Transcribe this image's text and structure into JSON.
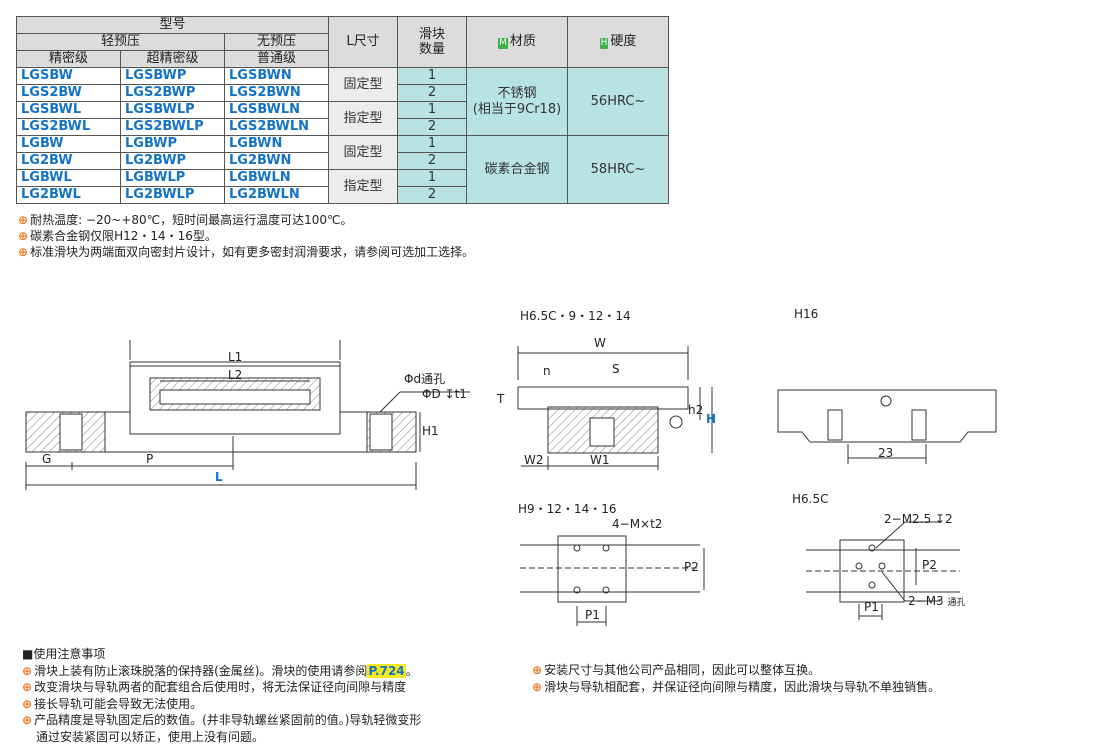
{
  "table": {
    "h_model": "型号",
    "h_light": "轻预压",
    "h_none": "无预压",
    "h_precision": "精密级",
    "h_super": "超精密级",
    "h_normal": "普通级",
    "h_lsize": "L尺寸",
    "h_qty": "滑块\n数量",
    "h_material": "材质",
    "h_hardness": "硬度",
    "badge_m": "M",
    "badge_h": "H",
    "rows": [
      [
        "LGSBW",
        "LGSBWP",
        "LGSBWN",
        "1"
      ],
      [
        "LGS2BW",
        "LGS2BWP",
        "LGS2BWN",
        "2"
      ],
      [
        "LGSBWL",
        "LGSBWLP",
        "LGSBWLN",
        "1"
      ],
      [
        "LGS2BWL",
        "LGS2BWLP",
        "LGS2BWLN",
        "2"
      ],
      [
        "LGBW",
        "LGBWP",
        "LGBWN",
        "1"
      ],
      [
        "LG2BW",
        "LG2BWP",
        "LG2BWN",
        "2"
      ],
      [
        "LGBWL",
        "LGBWLP",
        "LGBWLN",
        "1"
      ],
      [
        "LG2BWL",
        "LG2BWLP",
        "LG2BWLN",
        "2"
      ]
    ],
    "fixed": "固定型",
    "specified": "指定型",
    "mat1": "不锈钢",
    "mat1b": "(相当于9Cr18)",
    "mat2": "碳素合金钢",
    "hard1": "56HRC~",
    "hard2": "58HRC~"
  },
  "notes": [
    "耐热温度: −20~+80℃，短时间最高运行温度可达100℃。",
    "碳素合金钢仅限H12・14・16型。",
    "标准滑块为两端面双向密封片设计，如有更多密封润滑要求，请参阅可选加工选择。"
  ],
  "drawings": {
    "title_h65_9_12_14": "H6.5C・9・12・14",
    "title_h16": "H16",
    "title_h9_16": "H9・12・14・16",
    "title_h65c": "H6.5C",
    "L1": "L1",
    "L2": "L2",
    "L": "L",
    "G": "G",
    "P": "P",
    "H1": "H1",
    "phi_d": "Φd通孔",
    "phi_D": "ΦD",
    "t1": "t1",
    "W": "W",
    "S": "S",
    "n": "n",
    "T": "T",
    "h2": "h2",
    "H": "H",
    "W2": "W2",
    "W1": "W1",
    "dim23": "23",
    "m_t2": "4−M×t2",
    "P2": "P2",
    "P1": "P1",
    "m25": "2−M2.5",
    "m25_depth": "2",
    "m3": "2−M3",
    "m3_through": "通孔"
  },
  "usage": {
    "title": "■使用注意事项",
    "left": [
      {
        "pre": "滑块上装有防止滚珠脱落的保持器(金属丝)。滑块的使用请参阅",
        "link": "P.724",
        "post": "。"
      },
      {
        "pre": "改变滑块与导轨两者的配套组合后使用时，将无法保证径向间隙与精度",
        "link": "",
        "post": ""
      },
      {
        "pre": "接长导轨可能会导致无法使用。",
        "link": "",
        "post": ""
      },
      {
        "pre": "产品精度是导轨固定后的数值。(并非导轨螺丝紧固前的值。)导轨轻微变形",
        "link": "",
        "post": ""
      }
    ],
    "left_cont": "通过安装紧固可以矫正，使用上没有问题。",
    "right": [
      "安装尺寸与其他公司产品相同，因此可以整体互换。",
      "滑块与导轨相配套，并保证径向间隙与精度，因此滑块与导轨不单独销售。"
    ]
  }
}
